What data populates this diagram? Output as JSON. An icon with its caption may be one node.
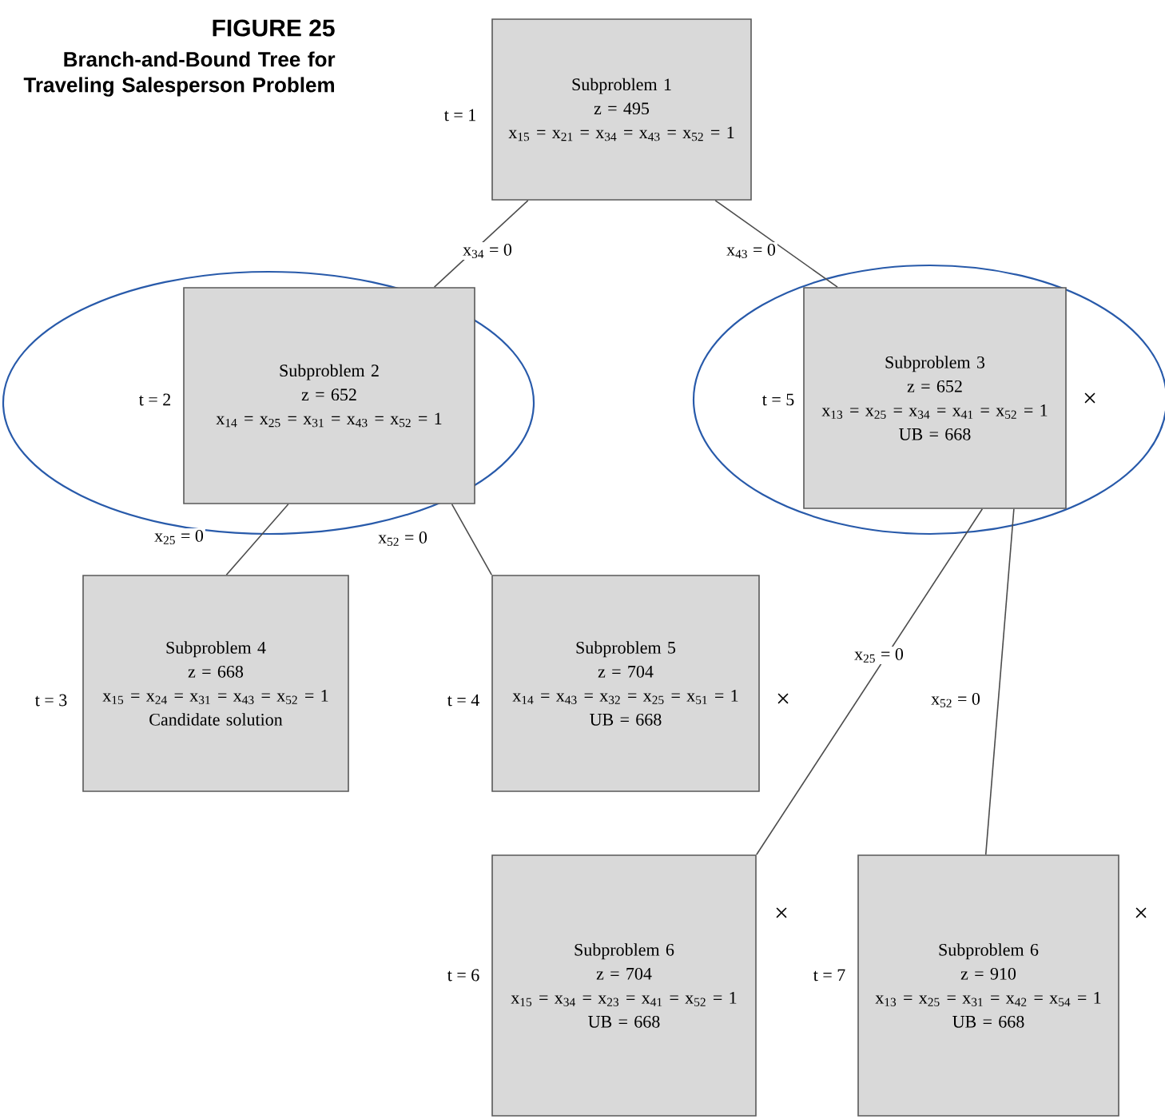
{
  "diagram": {
    "title": "FIGURE 25",
    "caption": "Branch-and-Bound Tree for Traveling Salesperson Problem",
    "nodes": [
      {
        "text": [
          "Subproblem 1",
          "z = 495",
          "x$_{15}$ = x$_{21}$ = x$_{34}$ = x$_{43}$ = x$_{52}$ = 1"
        ],
        "beside": [
          "t = 1"
        ]
      },
      {
        "text": [
          "Subproblem 2",
          "z = 652",
          "x$_{14}$ = x$_{25}$ = x$_{31}$ = x$_{43}$ = x$_{52}$ = 1"
        ],
        "beside": [
          "t = 2"
        ]
      },
      {
        "text": [
          "Subproblem 3",
          "z = 652",
          "x$_{13}$ = x$_{25}$ = x$_{34}$ = x$_{41}$ = x$_{52}$ = 1",
          "UB = 668"
        ],
        "beside": [
          "t = 5",
          "×"
        ]
      },
      {
        "text": [
          "Subproblem 4",
          "z = 668",
          "x$_{15}$ = x$_{24}$ = x$_{31}$ = x$_{43}$ = x$_{52}$ = 1",
          "Candidate solution"
        ],
        "beside": [
          "t = 3"
        ]
      },
      {
        "text": [
          "Subproblem 5",
          "z = 704",
          "x$_{14}$ = x$_{43}$ = x$_{32}$ = x$_{25}$ = x$_{51}$ = 1",
          "UB = 668"
        ],
        "beside": [
          "t = 4",
          "×"
        ]
      },
      {
        "text": [
          "Subproblem 6",
          "z = 704",
          "x$_{15}$ = x$_{34}$ = x$_{23}$ = x$_{41}$ = x$_{52}$ = 1",
          "UB = 668"
        ],
        "beside": [
          "t = 6",
          "×"
        ]
      },
      {
        "text": [
          "Subproblem 6",
          "z = 910",
          "x$_{13}$ = x$_{25}$ = x$_{31}$ = x$_{42}$ = x$_{54}$ = 1",
          "UB = 668"
        ],
        "beside": [
          "t = 7",
          "×"
        ]
      }
    ],
    "edges": [
      {
        "from": 0,
        "to": 1,
        "arrow": "none",
        "label": "x$_{34}$ = 0"
      },
      {
        "from": 0,
        "to": 2,
        "arrow": "none",
        "label": "x$_{43}$ = 0"
      },
      {
        "from": 1,
        "to": 3,
        "arrow": "none",
        "label": "x$_{25}$ = 0"
      },
      {
        "from": 1,
        "to": 4,
        "arrow": "none",
        "label": "x$_{52}$ = 0"
      },
      {
        "from": 2,
        "to": 5,
        "arrow": "none",
        "label": "x$_{25}$ = 0"
      },
      {
        "from": 2,
        "to": 6,
        "arrow": "none",
        "label": "x$_{52}$ = 0"
      }
    ]
  }
}
